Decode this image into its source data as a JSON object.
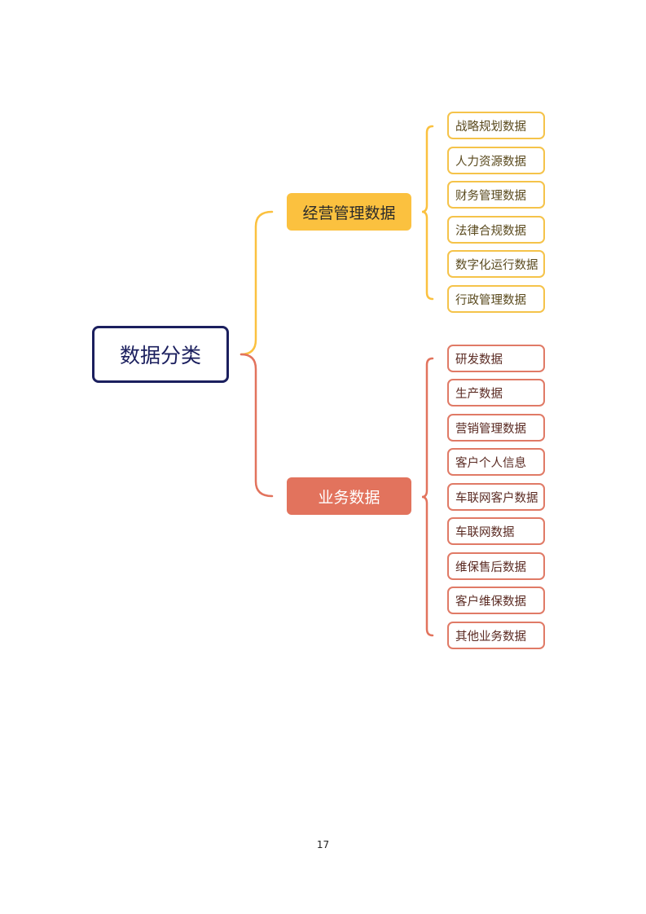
{
  "colors": {
    "root_border": "#1b1f5e",
    "mgmt_fill": "#fbc13f",
    "mgmt_text": "#2b2b2b",
    "mgmt_leaf_border": "#f5c34a",
    "mgmt_leaf_text": "#5a4a1e",
    "biz_fill": "#e2735d",
    "biz_text": "#ffffff",
    "biz_leaf_border": "#e07a66",
    "biz_leaf_text": "#5a2a22"
  },
  "root": {
    "label": "数据分类"
  },
  "branches": [
    {
      "label": "经营管理数据",
      "leaves": [
        "战略规划数据",
        "人力资源数据",
        "财务管理数据",
        "法律合规数据",
        "数字化运行数据",
        "行政管理数据"
      ]
    },
    {
      "label": "业务数据",
      "leaves": [
        "研发数据",
        "生产数据",
        "营销管理数据",
        "客户个人信息",
        "车联网客户数据",
        "车联网数据",
        "维保售后数据",
        "客户维保数据",
        "其他业务数据"
      ]
    }
  ],
  "page_number": "17"
}
